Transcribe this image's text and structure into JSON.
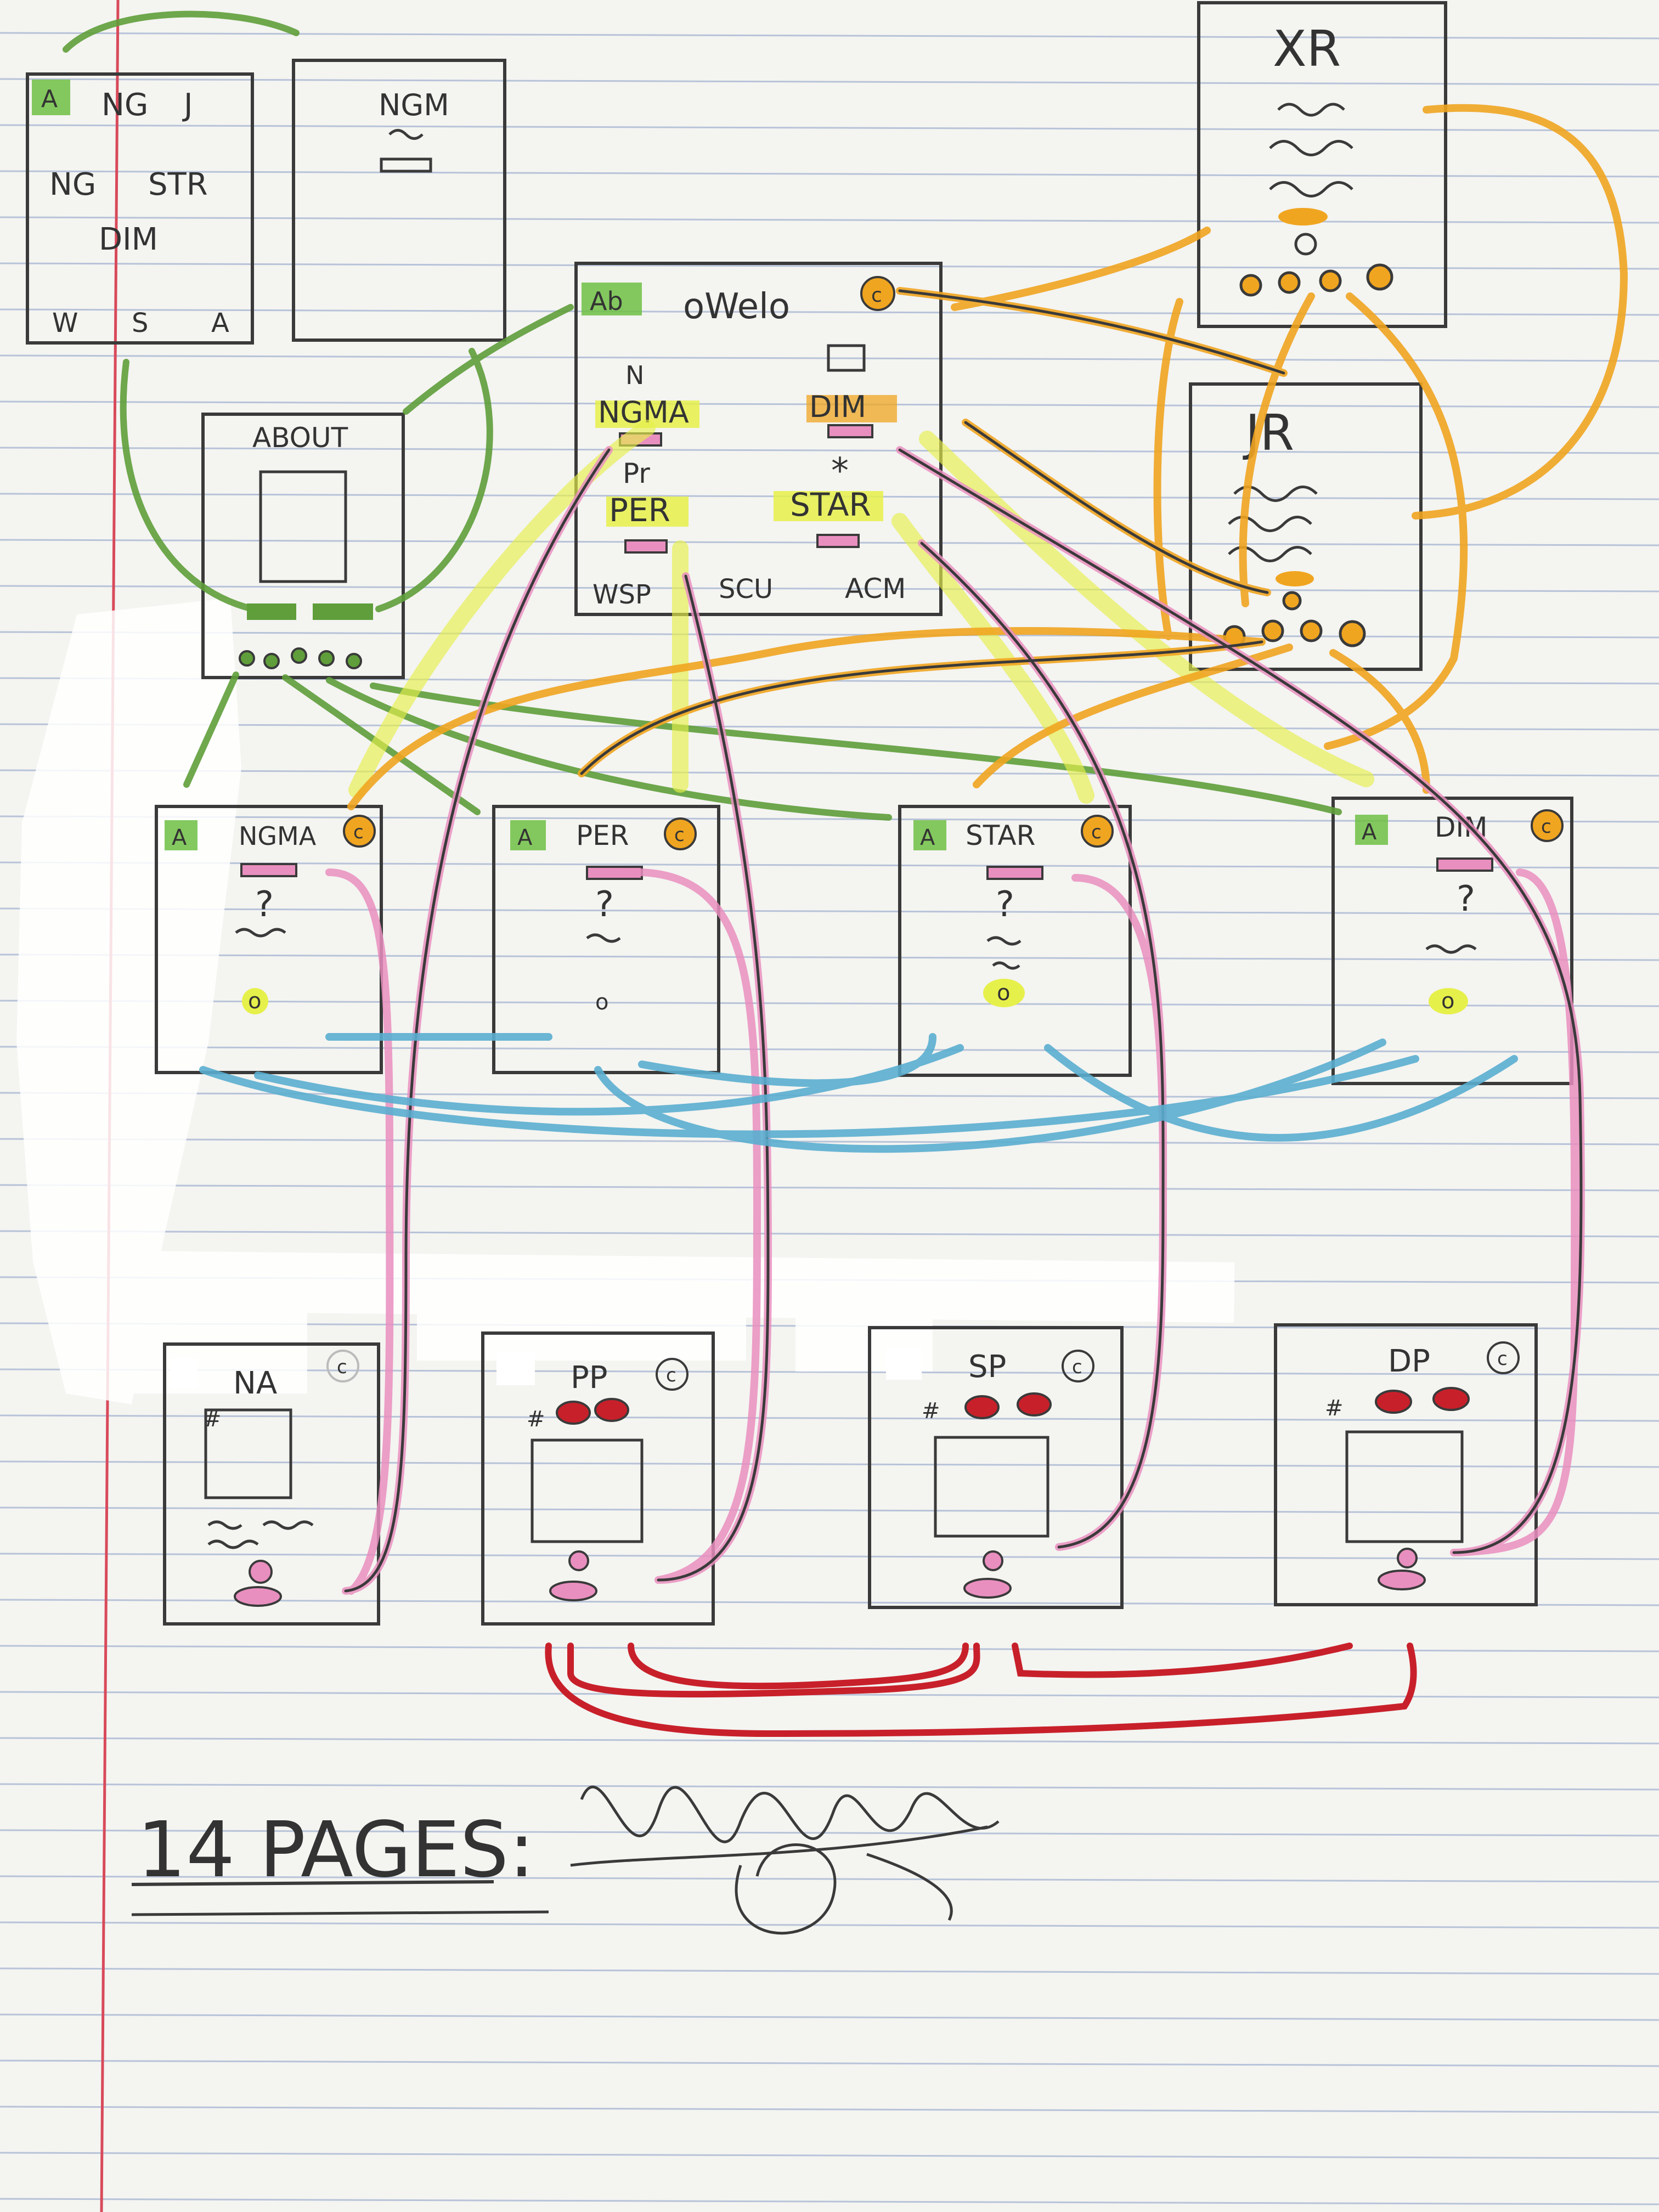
{
  "diagram": {
    "title_text": "14 PAGES:",
    "pages": {
      "home": {
        "a_badge": "A",
        "row1_a": "NG",
        "row1_b": "J",
        "row2_a": "NG",
        "row2_b": "STR",
        "row3": "DIM",
        "foot_a": "W",
        "foot_b": "S",
        "foot_c": "A"
      },
      "ngm": {
        "title": "NGM"
      },
      "xr": {
        "title": "XR"
      },
      "jr": {
        "title": "JR"
      },
      "about": {
        "title": "ABOUT"
      },
      "owelo": {
        "badge": "Ab",
        "title": "oWelo",
        "c_badge": "c",
        "n_mark": "N",
        "ngma": "NGMA",
        "dim": "DIM",
        "pr": "Pr",
        "star_mark": "*",
        "per": "PER",
        "star": "STAR",
        "wsp": "WSP",
        "scu": "SCU",
        "acm": "ACM"
      },
      "mid": [
        {
          "badge": "A",
          "title": "NGMA",
          "c_badge": "c",
          "q": "?",
          "o": "o"
        },
        {
          "badge": "A",
          "title": "PER",
          "c_badge": "c",
          "q": "?",
          "o": "o"
        },
        {
          "badge": "A",
          "title": "STAR",
          "c_badge": "c",
          "q": "?",
          "o": "o"
        },
        {
          "badge": "A",
          "title": "DIM",
          "c_badge": "c",
          "q": "?",
          "o": "o"
        }
      ],
      "bottom": [
        {
          "title": "NA",
          "c_badge": "c",
          "hash": "#"
        },
        {
          "title": "PP",
          "c_badge": "c",
          "hash": "#"
        },
        {
          "title": "SP",
          "c_badge": "c",
          "hash": "#"
        },
        {
          "title": "DP",
          "c_badge": "c",
          "hash": "#"
        }
      ]
    },
    "colors": {
      "paper": "#f4f4f1",
      "rule_line": "#8fa3c8",
      "margin_line": "#d84a5a",
      "pencil": "#3a3a3a",
      "green": "#5f9e3a",
      "orange": "#f0a520",
      "pink": "#e98fbf",
      "blue": "#5aaed0",
      "yellow": "#e6f04a",
      "red": "#c8202a",
      "tape": "#ffffff"
    }
  }
}
